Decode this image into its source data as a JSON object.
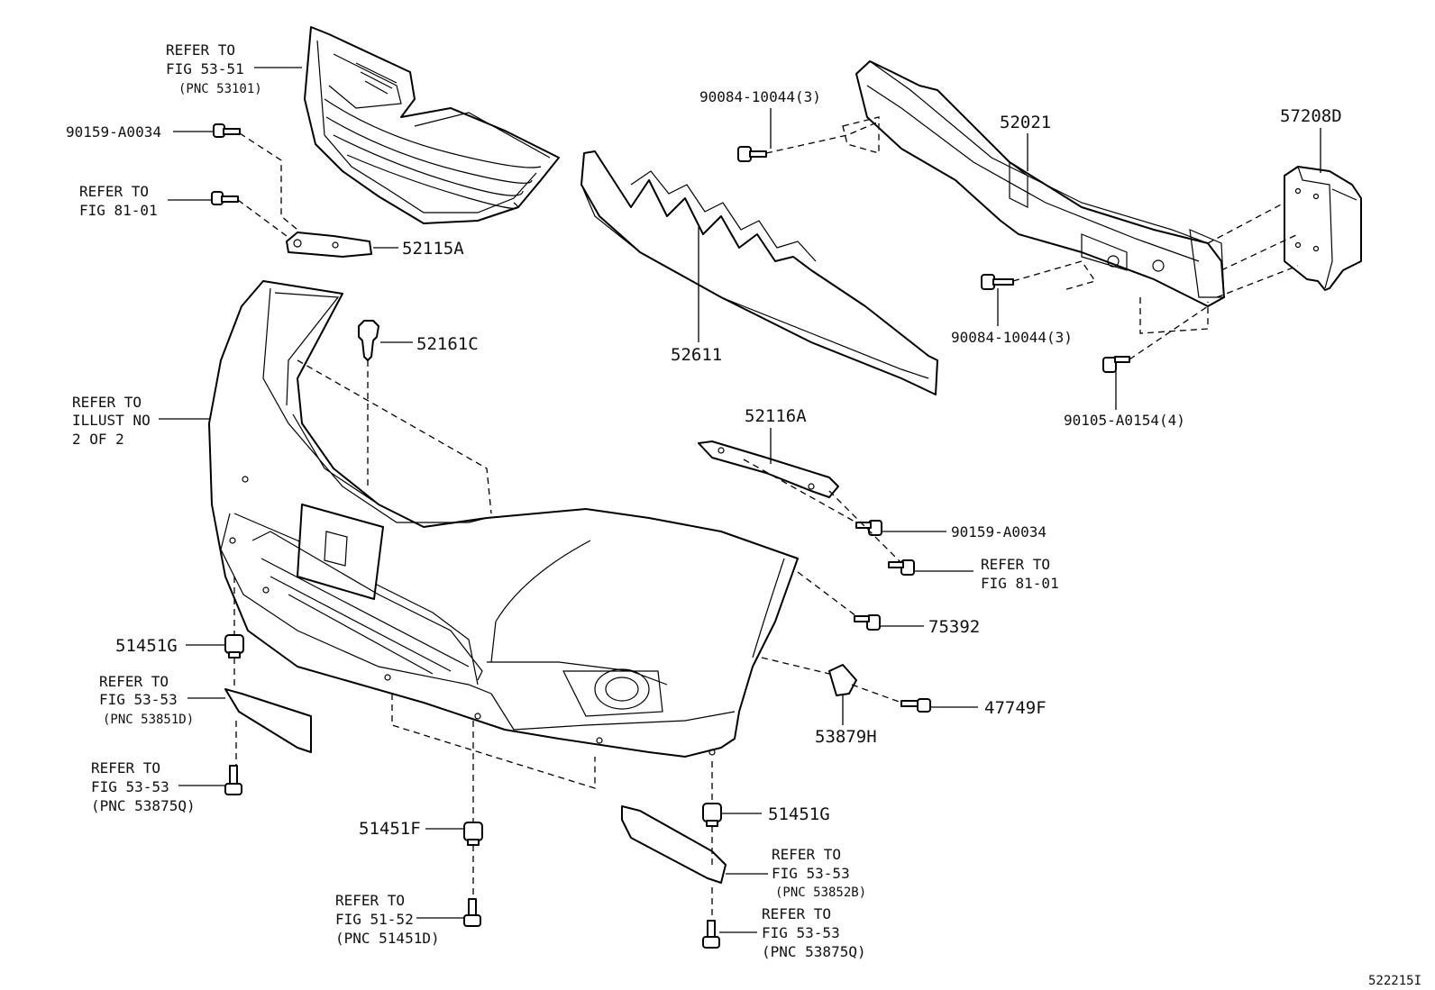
{
  "labels": {
    "ref_fig_53_51": [
      "REFER TO",
      "FIG 53-51",
      "(PNC 53101)"
    ],
    "bolt_top_left": "90159-A0034",
    "ref_fig_81_01_left": [
      "REFER TO",
      "FIG 81-01"
    ],
    "bracket_52115A": "52115A",
    "clip_52161C": "52161C",
    "ref_illust_2_of_2": [
      "REFER TO",
      "ILLUST NO",
      "2 OF 2"
    ],
    "absorber_52611": "52611",
    "bolt_90084_top": "90084-10044(3)",
    "reinforcement_52021": "52021",
    "bracket_57208D": "57208D",
    "bolt_90084_bottom": "90084-10044(3)",
    "bolt_90105": "90105-A0154(4)",
    "bracket_52116A": "52116A",
    "bolt_right": "90159-A0034",
    "ref_fig_81_01_right": [
      "REFER TO",
      "FIG 81-01"
    ],
    "screw_75392": "75392",
    "clip_51451G_left": "51451G",
    "ref_53851D": [
      "REFER TO",
      "FIG 53-53",
      "(PNC 53851D)"
    ],
    "ref_53875Q_left": [
      "REFER TO",
      "FIG 53-53",
      "(PNC 53875Q)"
    ],
    "retainer_53879H": "53879H",
    "clip_47749F": "47749F",
    "clip_51451F": "51451F",
    "ref_51451D": [
      "REFER TO",
      "FIG 51-52",
      "(PNC 51451D)"
    ],
    "clip_51451G_right": "51451G",
    "ref_53852B": [
      "REFER TO",
      "FIG 53-53",
      "(PNC 53852B)"
    ],
    "ref_53875Q_right": [
      "REFER TO",
      "FIG 53-53",
      "(PNC 53875Q)"
    ],
    "figure_code": "522215I"
  }
}
